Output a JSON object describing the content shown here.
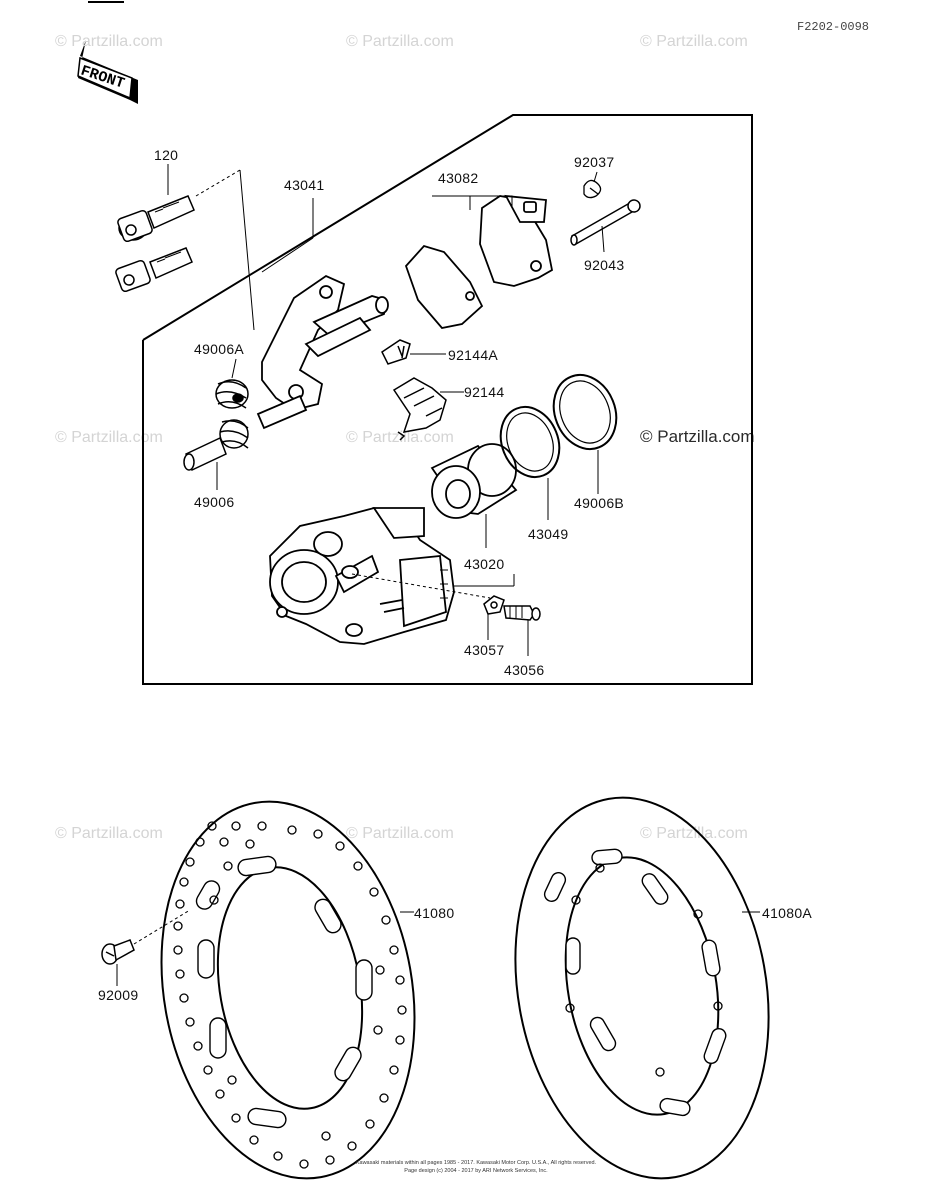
{
  "diagram_code": "F2202-0098",
  "front_label": "FRONT",
  "watermark": "© Partzilla.com",
  "parts": {
    "p120": "120",
    "p43041": "43041",
    "p43082": "43082",
    "p92037": "92037",
    "p92043": "92043",
    "p49006A": "49006A",
    "p92144A": "92144A",
    "p92144": "92144",
    "p49006": "49006",
    "p43049": "43049",
    "p49006B": "49006B",
    "p43020": "43020",
    "p43057": "43057",
    "p43056": "43056",
    "p41080": "41080",
    "p41080A": "41080A",
    "p92009": "92009"
  },
  "footer": {
    "line1": "Kawasaki materials within all pages 1985 - 2017. Kawasaki Motor Corp. U.S.A., All rights reserved.",
    "line2": "Page design (c) 2004 - 2017 by ARI Network Services, Inc."
  }
}
